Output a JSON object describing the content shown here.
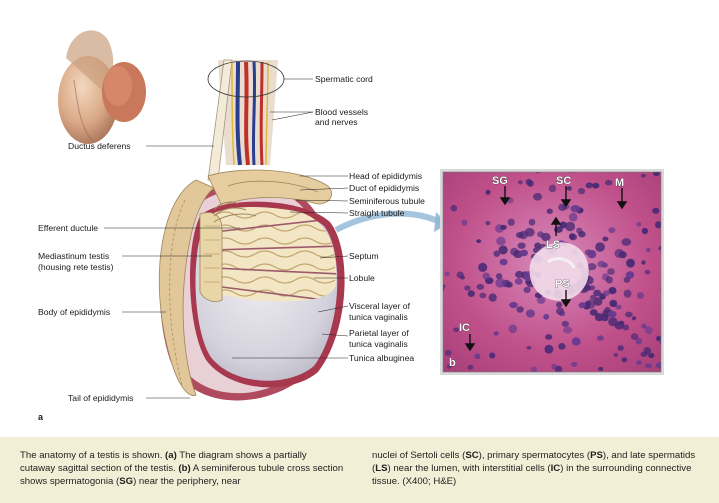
{
  "panels": {
    "a": "a",
    "b": "b"
  },
  "labels": {
    "spermatic_cord": "Spermatic cord",
    "blood_vessels_1": "Blood vessels",
    "blood_vessels_2": "and nerves",
    "ductus_deferens": "Ductus deferens",
    "head_epididymis": "Head of epididymis",
    "duct_epididymis": "Duct of epididymis",
    "seminiferous_tubule": "Seminiferous tubule",
    "straight_tubule": "Straight tubule",
    "efferent_ductule": "Efferent ductule",
    "mediastinum_1": "Mediastinum testis",
    "mediastinum_2": "(housing rete testis)",
    "septum": "Septum",
    "lobule": "Lobule",
    "body_epididymis": "Body of epididymis",
    "visceral_1": "Visceral layer of",
    "visceral_2": "tunica vaginalis",
    "parietal_1": "Parietal layer of",
    "parietal_2": "tunica vaginalis",
    "tunica_albuginea": "Tunica albuginea",
    "tail_epididymis": "Tail of epididymis"
  },
  "micrograph_tags": {
    "SG": "SG",
    "SC": "SC",
    "M": "M",
    "LS": "LS",
    "PS": "PS",
    "IC": "IC"
  },
  "caption": {
    "col1": [
      {
        "t": "The anatomy of a testis is shown. "
      },
      {
        "t": "(a)",
        "b": true
      },
      {
        "t": " The diagram shows a partially cutaway sagittal section of the testis. "
      },
      {
        "t": "(b)",
        "b": true
      },
      {
        "t": " A seminiferous tubule cross section shows spermatogonia ("
      },
      {
        "t": "SG",
        "b": true
      },
      {
        "t": ") near the periphery, near"
      }
    ],
    "col2": [
      {
        "t": "nuclei of Sertoli cells ("
      },
      {
        "t": "SC",
        "b": true
      },
      {
        "t": "), primary spermatocytes ("
      },
      {
        "t": "PS",
        "b": true
      },
      {
        "t": "), and late spermatids ("
      },
      {
        "t": "LS",
        "b": true
      },
      {
        "t": ") near the lumen, with interstitial cells ("
      },
      {
        "t": "IC",
        "b": true
      },
      {
        "t": ") in the surrounding connective tissue. (X400; H&E)"
      }
    ]
  },
  "colors": {
    "caption_bg": "#f3eed6",
    "tissue_pink": "#c0508a",
    "nucleus_purple": "#4a2a75",
    "epididymis_tan": "#e2c79a",
    "tunica_red": "#a8384e",
    "testis_grey": "#d4d2dc"
  }
}
